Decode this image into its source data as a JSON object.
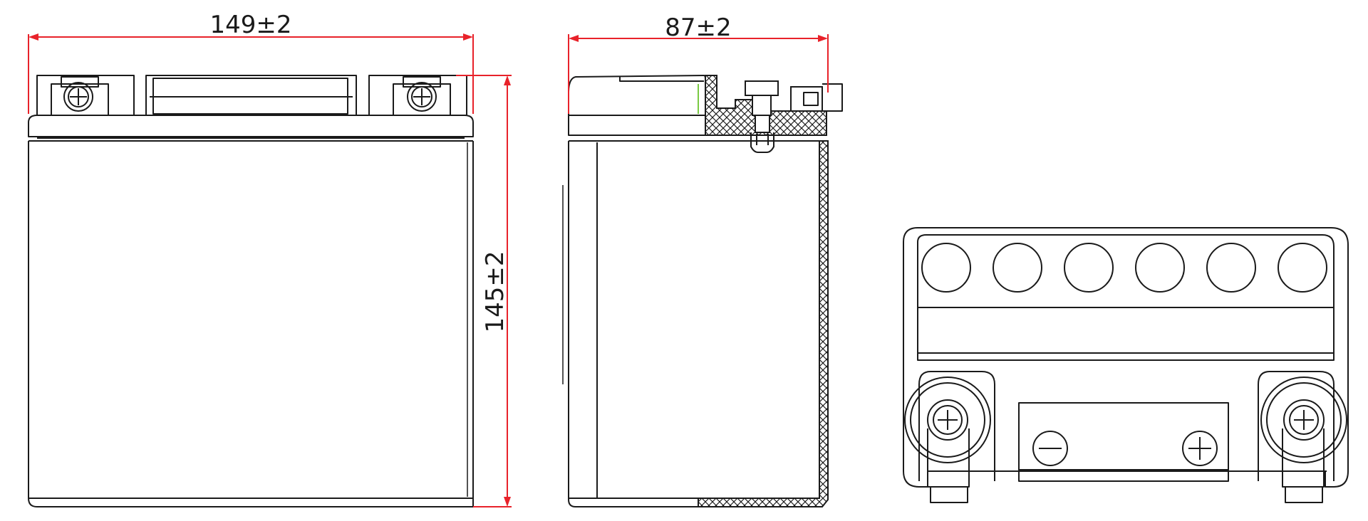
{
  "drawing": {
    "dimensions": {
      "width": "149±2",
      "depth": "87±2",
      "height": "145±2"
    },
    "colors": {
      "outline": "#1a1a1a",
      "dimension_line": "#e8222a",
      "accent": "#7ac943",
      "background": "#ffffff"
    }
  }
}
